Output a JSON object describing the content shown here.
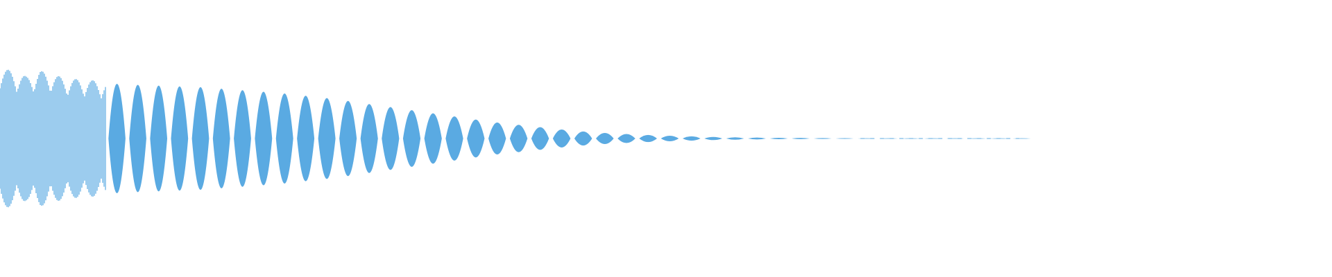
{
  "waveform": {
    "color": "#5aaae2",
    "background": "#ffffff",
    "shape": "decaying oscillation with dense transient onset",
    "peaks": [
      {
        "t": 0.0,
        "amp": 0.74
      },
      {
        "t": 0.01,
        "amp": 0.69
      },
      {
        "t": 0.02,
        "amp": 0.64
      },
      {
        "t": 0.03,
        "amp": 0.7
      },
      {
        "t": 0.05,
        "amp": 0.62
      },
      {
        "t": 0.07,
        "amp": 0.6
      },
      {
        "t": 0.09,
        "amp": 0.56
      },
      {
        "t": 0.11,
        "amp": 0.55
      },
      {
        "t": 0.13,
        "amp": 0.54
      },
      {
        "t": 0.15,
        "amp": 0.53
      },
      {
        "t": 0.17,
        "amp": 0.51
      },
      {
        "t": 0.19,
        "amp": 0.49
      },
      {
        "t": 0.21,
        "amp": 0.47
      },
      {
        "t": 0.23,
        "amp": 0.44
      },
      {
        "t": 0.25,
        "amp": 0.41
      },
      {
        "t": 0.27,
        "amp": 0.37
      },
      {
        "t": 0.29,
        "amp": 0.33
      },
      {
        "t": 0.31,
        "amp": 0.29
      },
      {
        "t": 0.33,
        "amp": 0.25
      },
      {
        "t": 0.35,
        "amp": 0.21
      },
      {
        "t": 0.37,
        "amp": 0.17
      },
      {
        "t": 0.39,
        "amp": 0.14
      },
      {
        "t": 0.41,
        "amp": 0.11
      },
      {
        "t": 0.43,
        "amp": 0.08
      },
      {
        "t": 0.45,
        "amp": 0.06
      },
      {
        "t": 0.48,
        "amp": 0.04
      },
      {
        "t": 0.51,
        "amp": 0.025
      },
      {
        "t": 0.54,
        "amp": 0.015
      },
      {
        "t": 0.58,
        "amp": 0.008
      },
      {
        "t": 0.62,
        "amp": 0.004
      },
      {
        "t": 0.66,
        "amp": 0.002
      },
      {
        "t": 0.72,
        "amp": 0.001
      },
      {
        "t": 0.76,
        "amp": 0.0
      }
    ]
  }
}
